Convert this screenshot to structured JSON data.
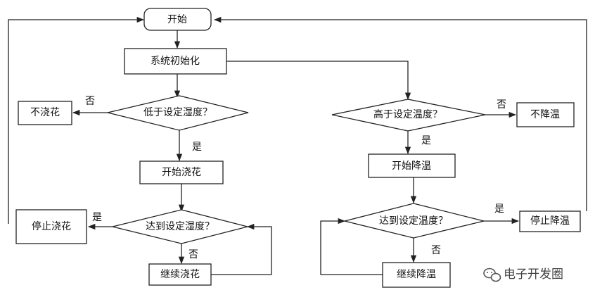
{
  "nodes": {
    "start": "开始",
    "init": "系统初始化",
    "low_humidity_q": "低于设定湿度？",
    "no_water": "不浇花",
    "start_water": "开始浇花",
    "reach_humidity_q": "达到设定湿度？",
    "stop_water": "停止浇花",
    "continue_water": "继续浇花",
    "high_temp_q": "高于设定温度？",
    "no_cool": "不降温",
    "start_cool": "开始降温",
    "reach_temp_q": "达到设定温度？",
    "stop_cool": "停止降温",
    "continue_cool": "继续降温"
  },
  "edge_labels": {
    "no": "否",
    "yes": "是"
  },
  "watermark": {
    "text": "电子开发圈",
    "icon": "wechat-icon"
  }
}
